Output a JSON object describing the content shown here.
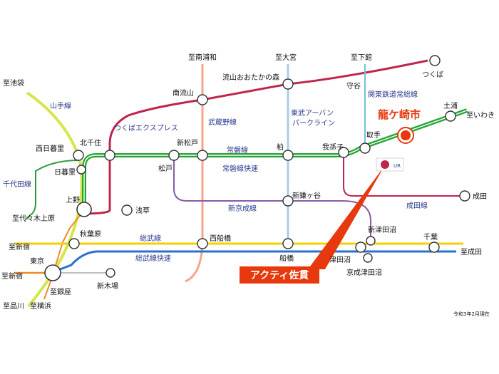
{
  "colors": {
    "yamanote": "#d6e64a",
    "tsukuba_express": "#c0264d",
    "musashino": "#f3a68c",
    "joban": "#27a534",
    "joban_outline": "#2f9e41",
    "tobu_urban": "#a9cce8",
    "kanto_tetsudo": "#6fc4d8",
    "shinkeisei": "#8a5aa8",
    "keisei_narita": "#c0264d",
    "sobu_local": "#f5d000",
    "sobu_rapid": "#2d6fcd",
    "ginza_yokohama": "#f08c2a",
    "chiyoda": "#2e9a43",
    "highlight": "#e8380d",
    "callout_bg": "#e8380d",
    "line_label": "#2b3a8c"
  },
  "direction_labels": {
    "to_ikebukuro": "至池袋",
    "to_minamiurawa": "至南浦和",
    "to_omiya": "至大宮",
    "to_shimodate": "至下館",
    "to_iwaki": "至いわき",
    "to_yoyogiuehara": "至代々木上原",
    "to_shinjuku_top": "至新宿",
    "to_shinjuku_bottom": "至新宿",
    "to_narita": "至成田",
    "to_ginza": "至銀座",
    "to_shinagawa": "至品川",
    "to_yokohama": "至横浜"
  },
  "line_labels": {
    "yamanote": "山手線",
    "chiyoda": "千代田線",
    "tsukuba_express": "つくばエクスプレス",
    "musashino": "武蔵野線",
    "tobu_urban_1": "東武アーバン",
    "tobu_urban_2": "パークライン",
    "kanto_tetsudo": "関東鉄道常総線",
    "joban": "常磐線",
    "joban_rapid": "常磐線快速",
    "shinkeisei": "新京成線",
    "keisei_narita": "成田線",
    "sobu": "総武線",
    "sobu_rapid": "総武線快速"
  },
  "stations": {
    "tsukuba": "つくば",
    "moriya": "守谷",
    "nagareyama_otakanomori": "流山おおたかの森",
    "minami_nagareyama": "南流山",
    "tsuchiura": "土浦",
    "ryugasaki": "龍ケ崎市",
    "toride": "取手",
    "abiko": "我孫子",
    "kashiwa": "柏",
    "shin_matsudo": "新松戸",
    "matsudo": "松戸",
    "kita_senju": "北千住",
    "nishi_nippori": "西日暮里",
    "nippori": "日暮里",
    "ueno": "上野",
    "asakusa": "浅草",
    "akihabara": "秋葉原",
    "tokyo": "東京",
    "shin_kiba": "新木場",
    "nishi_funabashi": "西船橋",
    "funabashi": "船橋",
    "shin_kamagaya": "新鎌ヶ谷",
    "shin_tsudanuma": "新津田沼",
    "tsudanuma": "津田沼",
    "keisei_tsudanuma": "京成津田沼",
    "chiba": "千葉",
    "narita": "成田"
  },
  "callout": {
    "label": "アクティ佐貫",
    "logo_text": "UR"
  },
  "note": "令和3年2月現在"
}
